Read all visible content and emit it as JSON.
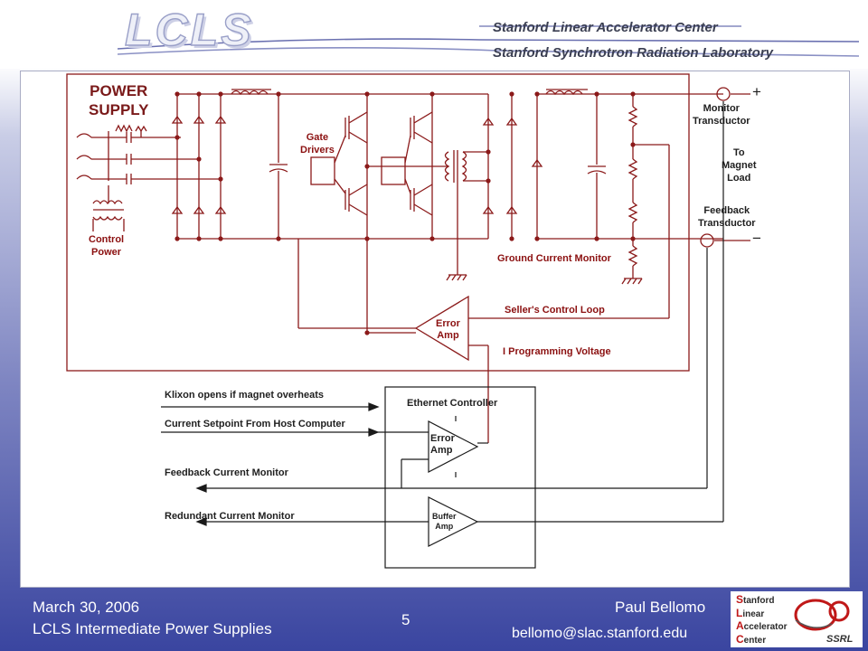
{
  "header": {
    "logo_text": "LCLS",
    "lab_line_1": "Stanford Linear Accelerator Center",
    "lab_line_2": "Stanford Synchrotron Radiation Laboratory"
  },
  "diagram": {
    "power_supply_line1": "POWER",
    "power_supply_line2": "SUPPLY",
    "control_power_line1": "Control",
    "control_power_line2": "Power",
    "gate_drivers_line1": "Gate",
    "gate_drivers_line2": "Drivers",
    "monitor_transductor_line1": "Monitor",
    "monitor_transductor_line2": "Transductor",
    "to_magnet_line1": "To",
    "to_magnet_line2": "Magnet",
    "to_magnet_line3": "Load",
    "feedback_transductor_line1": "Feedback",
    "feedback_transductor_line2": "Transductor",
    "plus_sign": "+",
    "minus_sign": "−",
    "ground_current_monitor": "Ground Current Monitor",
    "sellers_control_loop": "Seller's Control Loop",
    "error_amp_line1": "Error",
    "error_amp_line2": "Amp",
    "i_programming_voltage": "I Programming Voltage",
    "klixon": "Klixon opens if magnet overheats",
    "current_setpoint": "Current Setpoint From Host Computer",
    "feedback_current_monitor": "Feedback Current Monitor",
    "redundant_current_monitor": "Redundant Current Monitor",
    "ethernet_controller": "Ethernet Controller",
    "ec_error_amp_line1": "Error",
    "ec_error_amp_line2": "Amp",
    "buffer_amp_line1": "Buffer",
    "buffer_amp_line2": "Amp"
  },
  "footer": {
    "date": "March 30, 2006",
    "title": "LCLS Intermediate Power Supplies",
    "page_number": "5",
    "author": "Paul Bellomo",
    "email": "bellomo@slac.stanford.edu"
  },
  "seal": {
    "letter_1": "S",
    "word_1": "tanford",
    "letter_2": "L",
    "word_2": "inear",
    "letter_3": "A",
    "word_3": "ccelerator",
    "letter_4": "C",
    "word_4": "enter",
    "ssrl": "SSRL"
  },
  "colors": {
    "circuit": "#8b1a1a",
    "slide_blue": "#3a45a0"
  }
}
